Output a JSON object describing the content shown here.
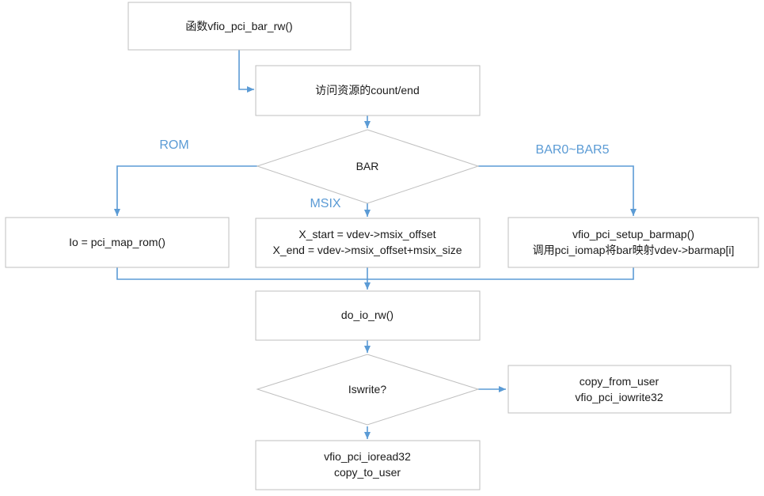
{
  "colors": {
    "line": "#5b9bd5",
    "label": "#5b9bd5",
    "border": "#bfbfbf",
    "text": "#1a1a1a"
  },
  "nodes": {
    "start": {
      "lines": [
        "函数vfio_pci_bar_rw()"
      ]
    },
    "count_end": {
      "lines": [
        "访问资源的count/end"
      ]
    },
    "bar_decision": {
      "lines": [
        "BAR"
      ]
    },
    "rom_box": {
      "lines": [
        "Io = pci_map_rom()"
      ]
    },
    "msix_box": {
      "lines": [
        "X_start = vdev->msix_offset",
        "X_end = vdev->msix_offset+msix_size"
      ]
    },
    "bar_box": {
      "lines": [
        "vfio_pci_setup_barmap()",
        "调用pci_iomap将bar映射vdev->barmap[i]"
      ]
    },
    "do_io": {
      "lines": [
        "do_io_rw()"
      ]
    },
    "iswrite": {
      "lines": [
        "Iswrite?"
      ]
    },
    "write_box": {
      "lines": [
        "copy_from_user",
        "vfio_pci_iowrite32"
      ]
    },
    "read_box": {
      "lines": [
        "vfio_pci_ioread32",
        "copy_to_user"
      ]
    }
  },
  "edge_labels": {
    "rom": "ROM",
    "msix": "MSIX",
    "bar_range": "BAR0~BAR5"
  }
}
